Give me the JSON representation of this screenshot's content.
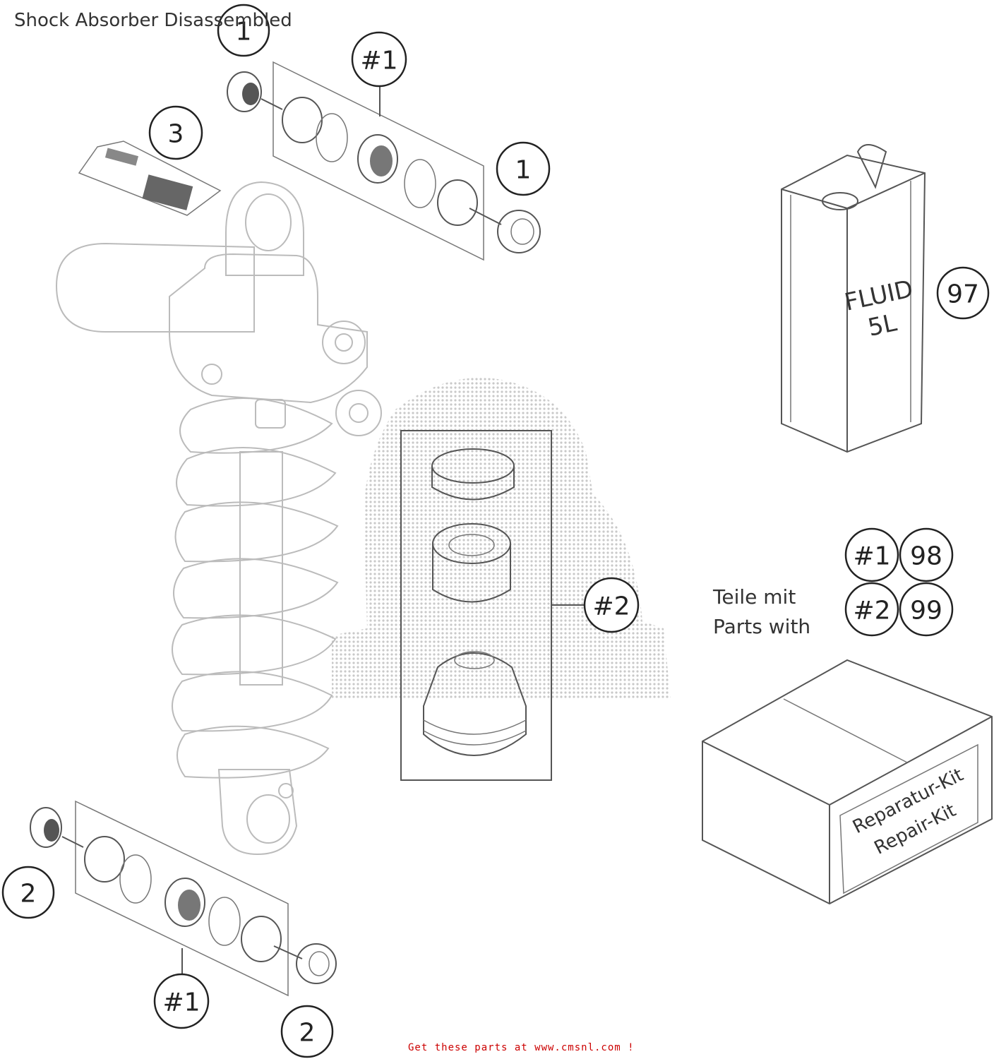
{
  "title": "Shock Absorber Disassembled",
  "footer": "Get these parts at www.cmsnl.com !",
  "callouts": {
    "c1_top": "1",
    "c1_right": "1",
    "c3": "3",
    "kit1_top": "#1",
    "kit2": "#2",
    "c97": "97",
    "legend_k1": "#1",
    "legend_98": "98",
    "legend_k2": "#2",
    "legend_99": "99",
    "c2_left": "2",
    "kit1_bottom": "#1",
    "c2_bottom": "2"
  },
  "legend": {
    "line1": "Teile mit",
    "line2": "Parts with"
  },
  "fluid_can": {
    "line1": "FLUID",
    "line2": "5L"
  },
  "repair_box": {
    "line1": "Reparatur-Kit",
    "line2": "Repair-Kit"
  }
}
